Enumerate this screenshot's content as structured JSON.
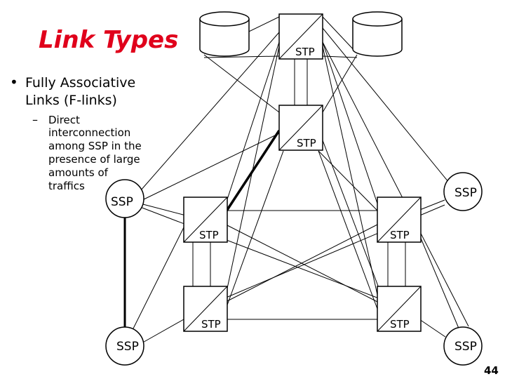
{
  "slide": {
    "title": "Link Types",
    "title_color": "#e0001b",
    "bullet": {
      "symbol": "•",
      "lines": [
        "Fully Associative",
        "Links (F-links)"
      ]
    },
    "sub_bullet": {
      "symbol": "–",
      "lines": [
        "Direct",
        "interconnection",
        "among SSP in the",
        "presence of large",
        "amounts of",
        "traffics"
      ]
    },
    "page_number": "44"
  },
  "diagram": {
    "nodes": {
      "db_left": {
        "kind": "database"
      },
      "db_right": {
        "kind": "database"
      },
      "stp_top": {
        "kind": "stp",
        "label": "STP"
      },
      "stp_mid": {
        "kind": "stp",
        "label": "STP"
      },
      "stp_ul": {
        "kind": "stp",
        "label": "STP"
      },
      "stp_ur": {
        "kind": "stp",
        "label": "STP"
      },
      "stp_ll": {
        "kind": "stp",
        "label": "STP"
      },
      "stp_lr": {
        "kind": "stp",
        "label": "STP"
      },
      "ssp_ul": {
        "kind": "ssp",
        "label": "SSP"
      },
      "ssp_ur": {
        "kind": "ssp",
        "label": "SSP"
      },
      "ssp_ll": {
        "kind": "ssp",
        "label": "SSP"
      },
      "ssp_lr": {
        "kind": "ssp",
        "label": "SSP"
      }
    }
  }
}
